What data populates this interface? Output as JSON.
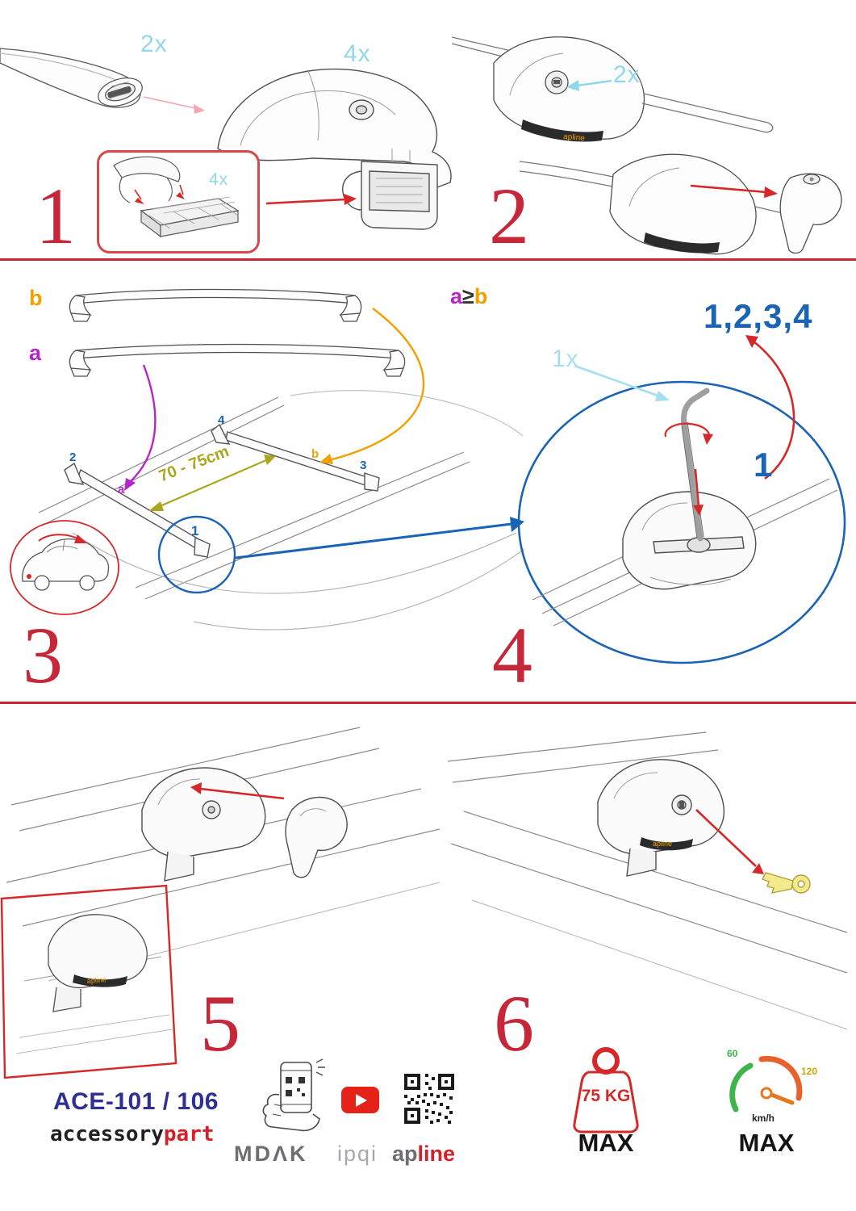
{
  "colors": {
    "accent_red": "#c62839",
    "cyan": "#8fd8e8",
    "blue": "#1b63b5",
    "purple": "#b426c8",
    "orange": "#f2a000",
    "olive": "#aaa61e",
    "navy": "#2e3192",
    "gray": "#6d6e71"
  },
  "step1": {
    "num": "1",
    "qty_endcap": "2x",
    "qty_foot": "4x",
    "qty_pads": "4x"
  },
  "step2": {
    "num": "2",
    "qty_lock": "2x"
  },
  "step3": {
    "num": "3",
    "bar_a_label": "a",
    "bar_b_label": "b",
    "distance_label": "70 - 75cm",
    "pos_1": "1",
    "pos_2": "2",
    "pos_3": "3",
    "pos_4": "4",
    "pos_a": "a",
    "pos_b": "b"
  },
  "step4": {
    "num": "4",
    "rule_a": "a",
    "rule_op": "≥",
    "rule_b": "b",
    "order": "1,2,3,4",
    "qty_key": "1x",
    "first": "1"
  },
  "step5": {
    "num": "5"
  },
  "step6": {
    "num": "6"
  },
  "branding": {
    "model": "ACE-101 / 106",
    "brand_part1": "accessory",
    "brand_part2": "part",
    "mdak": "MDΛK",
    "ipqi": "ipqi",
    "apline_part1": "ap",
    "apline_part2": "line",
    "foot_badge": "apline"
  },
  "limits": {
    "weight": "75 KG",
    "weight_max": "MAX",
    "speed_low": "60",
    "speed_high": "120",
    "speed_unit": "km/h",
    "speed_max": "MAX"
  }
}
